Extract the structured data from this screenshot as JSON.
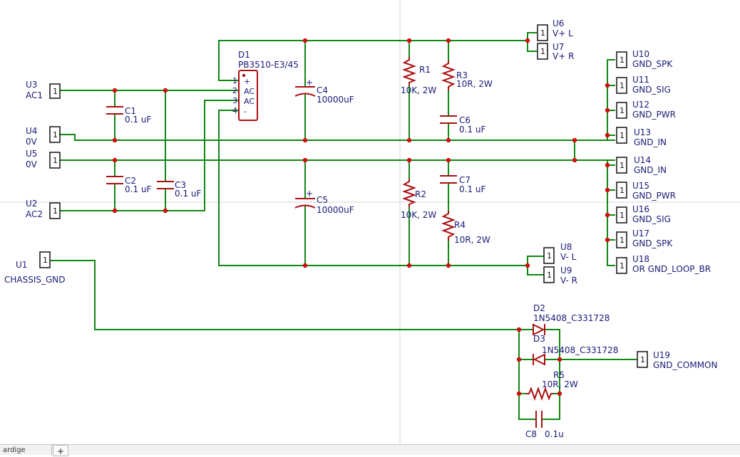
{
  "colors": {
    "wire": "#118811",
    "component": "#aa1111",
    "label": "#1a1a7a",
    "junction": "#cc1111"
  },
  "connectors": {
    "U1": {
      "ref": "U1",
      "pin": "1",
      "name": "CHASSIS_GND"
    },
    "U2": {
      "ref": "U2",
      "pin": "1",
      "name": "AC2"
    },
    "U3": {
      "ref": "U3",
      "pin": "1",
      "name": "AC1"
    },
    "U4": {
      "ref": "U4",
      "pin": "1",
      "name": "0V"
    },
    "U5": {
      "ref": "U5",
      "pin": "1",
      "name": "0V"
    },
    "U6": {
      "ref": "U6",
      "pin": "1",
      "name": "V+ L"
    },
    "U7": {
      "ref": "U7",
      "pin": "1",
      "name": "V+ R"
    },
    "U8": {
      "ref": "U8",
      "pin": "1",
      "name": "V- L"
    },
    "U9": {
      "ref": "U9",
      "pin": "1",
      "name": "V- R"
    },
    "U10": {
      "ref": "U10",
      "pin": "1",
      "name": "GND_SPK"
    },
    "U11": {
      "ref": "U11",
      "pin": "1",
      "name": "GND_SIG"
    },
    "U12": {
      "ref": "U12",
      "pin": "1",
      "name": "GND_PWR"
    },
    "U13": {
      "ref": "U13",
      "pin": "1",
      "name": "GND_IN"
    },
    "U14": {
      "ref": "U14",
      "pin": "1",
      "name": "GND_IN"
    },
    "U15": {
      "ref": "U15",
      "pin": "1",
      "name": "GND_PWR"
    },
    "U16": {
      "ref": "U16",
      "pin": "1",
      "name": "GND_SIG"
    },
    "U17": {
      "ref": "U17",
      "pin": "1",
      "name": "GND_SPK"
    },
    "U18": {
      "ref": "U18",
      "pin": "1",
      "name": "OR GND_LOOP_BR"
    },
    "U19": {
      "ref": "U19",
      "pin": "1",
      "name": "GND_COMMON"
    }
  },
  "bridge": {
    "ref": "D1",
    "value": "PB3510-E3/45",
    "pins": [
      "1",
      "2",
      "3",
      "4"
    ],
    "pin_names": [
      "+",
      "AC",
      "AC",
      "-"
    ]
  },
  "capacitors": {
    "C1": {
      "ref": "C1",
      "value": "0.1 uF"
    },
    "C2": {
      "ref": "C2",
      "value": "0.1 uF"
    },
    "C3": {
      "ref": "C3",
      "value": "0.1 uF"
    },
    "C4": {
      "ref": "C4",
      "value": "10000uF"
    },
    "C5": {
      "ref": "C5",
      "value": "10000uF"
    },
    "C6": {
      "ref": "C6",
      "value": "0.1 uF"
    },
    "C7": {
      "ref": "C7",
      "value": "0.1 uF"
    },
    "C8": {
      "ref": "C8",
      "value": "0.1u"
    }
  },
  "resistors": {
    "R1": {
      "ref": "R1",
      "value": "10K, 2W"
    },
    "R2": {
      "ref": "R2",
      "value": "10K, 2W"
    },
    "R3": {
      "ref": "R3",
      "value": "10R, 2W"
    },
    "R4": {
      "ref": "R4",
      "value": "10R, 2W"
    },
    "R5": {
      "ref": "R5",
      "value": "10R, 2W"
    }
  },
  "diodes": {
    "D2": {
      "ref": "D2",
      "value": "1N5408_C331728"
    },
    "D3": {
      "ref": "D3",
      "value": "1N5408_C331728"
    }
  },
  "tabs": {
    "sheet_tab": "ardige",
    "add_label": "+"
  }
}
